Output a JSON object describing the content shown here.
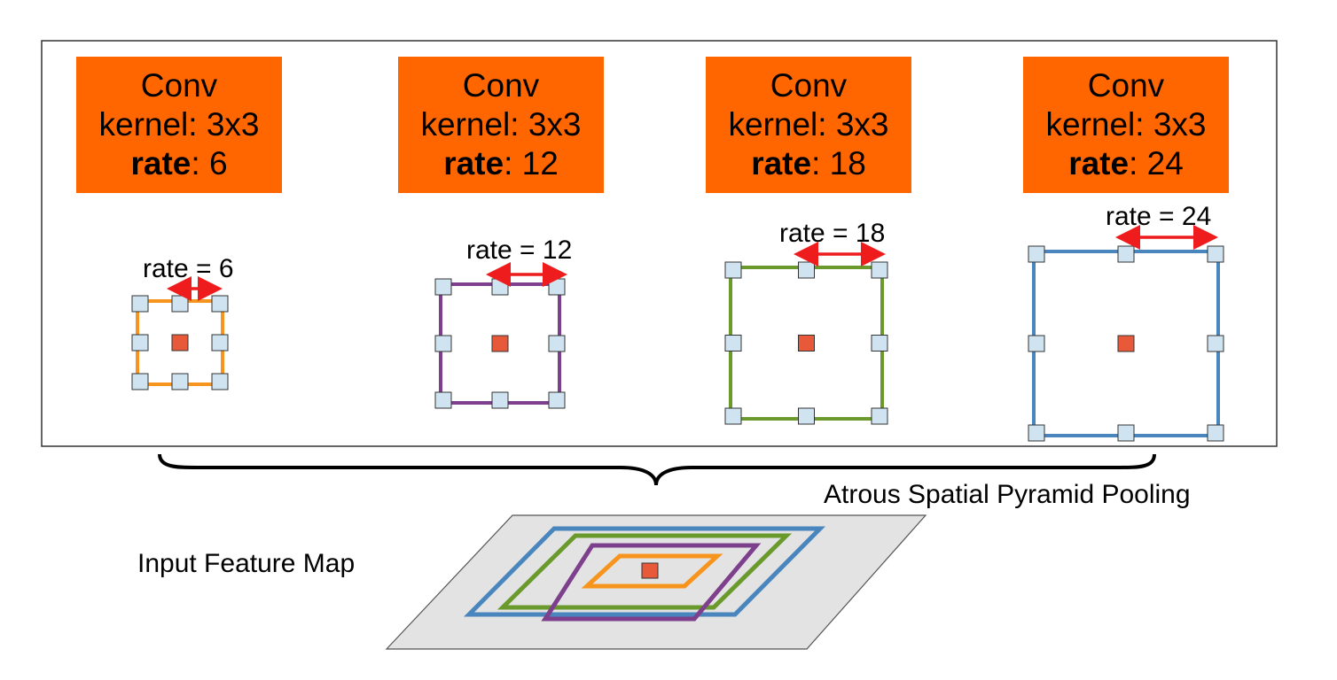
{
  "conv_blocks": [
    {
      "title": "Conv",
      "kernel_label": "kernel: 3x3",
      "rate_word": "rate",
      "rate_sep": ": ",
      "rate_value": "6",
      "annotation": "rate = 6",
      "color": "#f7941d"
    },
    {
      "title": "Conv",
      "kernel_label": "kernel: 3x3",
      "rate_word": "rate",
      "rate_sep": ": ",
      "rate_value": "12",
      "annotation": "rate = 12",
      "color": "#7e3f8c"
    },
    {
      "title": "Conv",
      "kernel_label": "kernel: 3x3",
      "rate_word": "rate",
      "rate_sep": ": ",
      "rate_value": "18",
      "annotation": "rate = 18",
      "color": "#6a9a2c"
    },
    {
      "title": "Conv",
      "kernel_label": "kernel: 3x3",
      "rate_word": "rate",
      "rate_sep": ": ",
      "rate_value": "24",
      "annotation": "rate = 24",
      "color": "#4a86be"
    }
  ],
  "aspp_label": "Atrous Spatial Pyramid Pooling",
  "input_label": "Input Feature Map",
  "colors": {
    "conv_box": "#ff6600",
    "sample_cell": "#cfe3f1",
    "center_cell": "#e8593a",
    "arrow": "#ee1c1c",
    "feature_map": "#e3e3e3"
  }
}
